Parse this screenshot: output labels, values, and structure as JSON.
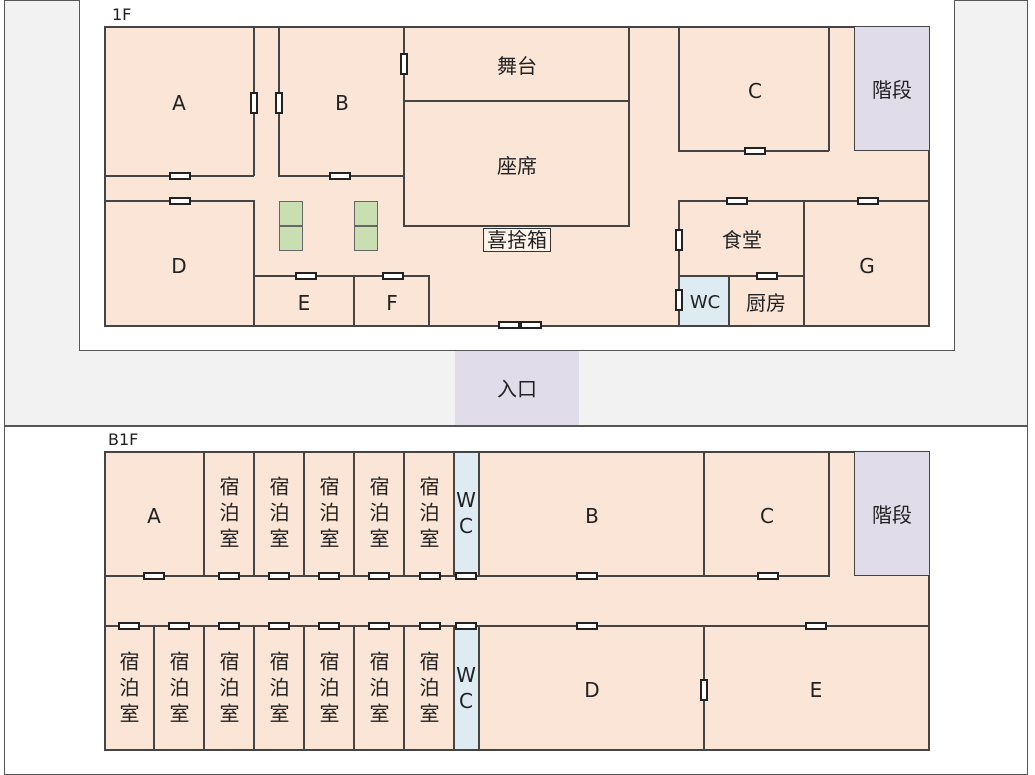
{
  "floor1": {
    "tag": "1F",
    "rooms": {
      "A": "A",
      "B": "B",
      "stage": "舞台",
      "seats": "座席",
      "C": "C",
      "stairs": "階段",
      "D": "D",
      "donation": "喜捨箱",
      "dining": "食堂",
      "G": "G",
      "E": "E",
      "F": "F",
      "wc": "WC",
      "kitchen": "厨房"
    },
    "entrance": "入口"
  },
  "floor_b1": {
    "tag": "B1F",
    "rooms": {
      "A": "A",
      "B": "B",
      "C": "C",
      "D": "D",
      "E": "E",
      "stairs": "階段",
      "guest_room": "宿泊室",
      "wc": "WC"
    }
  },
  "colors": {
    "floor": "#fbe5d6",
    "stairs": "#e0dcea",
    "wc": "#deebf2",
    "green": "#c9dfb2",
    "outer_gray": "#f2f2f2"
  }
}
